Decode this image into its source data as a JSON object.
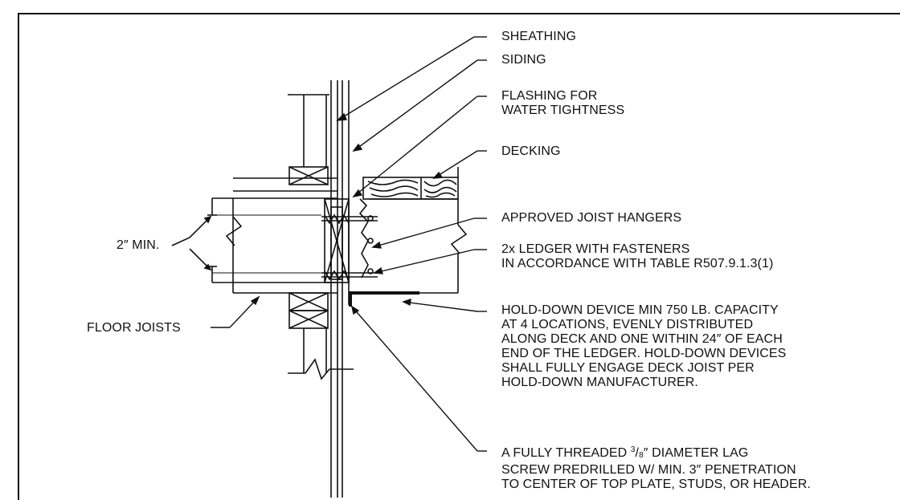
{
  "labels": {
    "sheathing": "SHEATHING",
    "siding": "SIDING",
    "flashing": [
      "FLASHING FOR",
      "WATER TIGHTNESS"
    ],
    "decking": "DECKING",
    "hangers": "APPROVED JOIST HANGERS",
    "ledger": [
      "2x LEDGER WITH FASTENERS",
      "IN ACCORDANCE WITH TABLE R507.9.1.3(1)"
    ],
    "holddown": [
      "HOLD-DOWN DEVICE MIN 750 LB. CAPACITY",
      "AT 4 LOCATIONS, EVENLY DISTRIBUTED",
      "ALONG DECK AND ONE WITHIN 24″ OF EACH",
      "END OF THE LEDGER. HOLD-DOWN DEVICES",
      "SHALL FULLY ENGAGE DECK JOIST PER",
      "HOLD-DOWN MANUFACTURER."
    ],
    "lag": {
      "line1_pre": "A FULLY THREADED ",
      "frac_num": "3",
      "frac_den": "8",
      "line1_post": "″ DIAMETER LAG",
      "line2": "SCREW PREDRILLED W/ MIN. 3″ PENETRATION",
      "line3": "TO CENTER OF TOP PLATE, STUDS, OR HEADER."
    },
    "min_dim": "2″ MIN.",
    "floor_joists": "FLOOR JOISTS"
  }
}
